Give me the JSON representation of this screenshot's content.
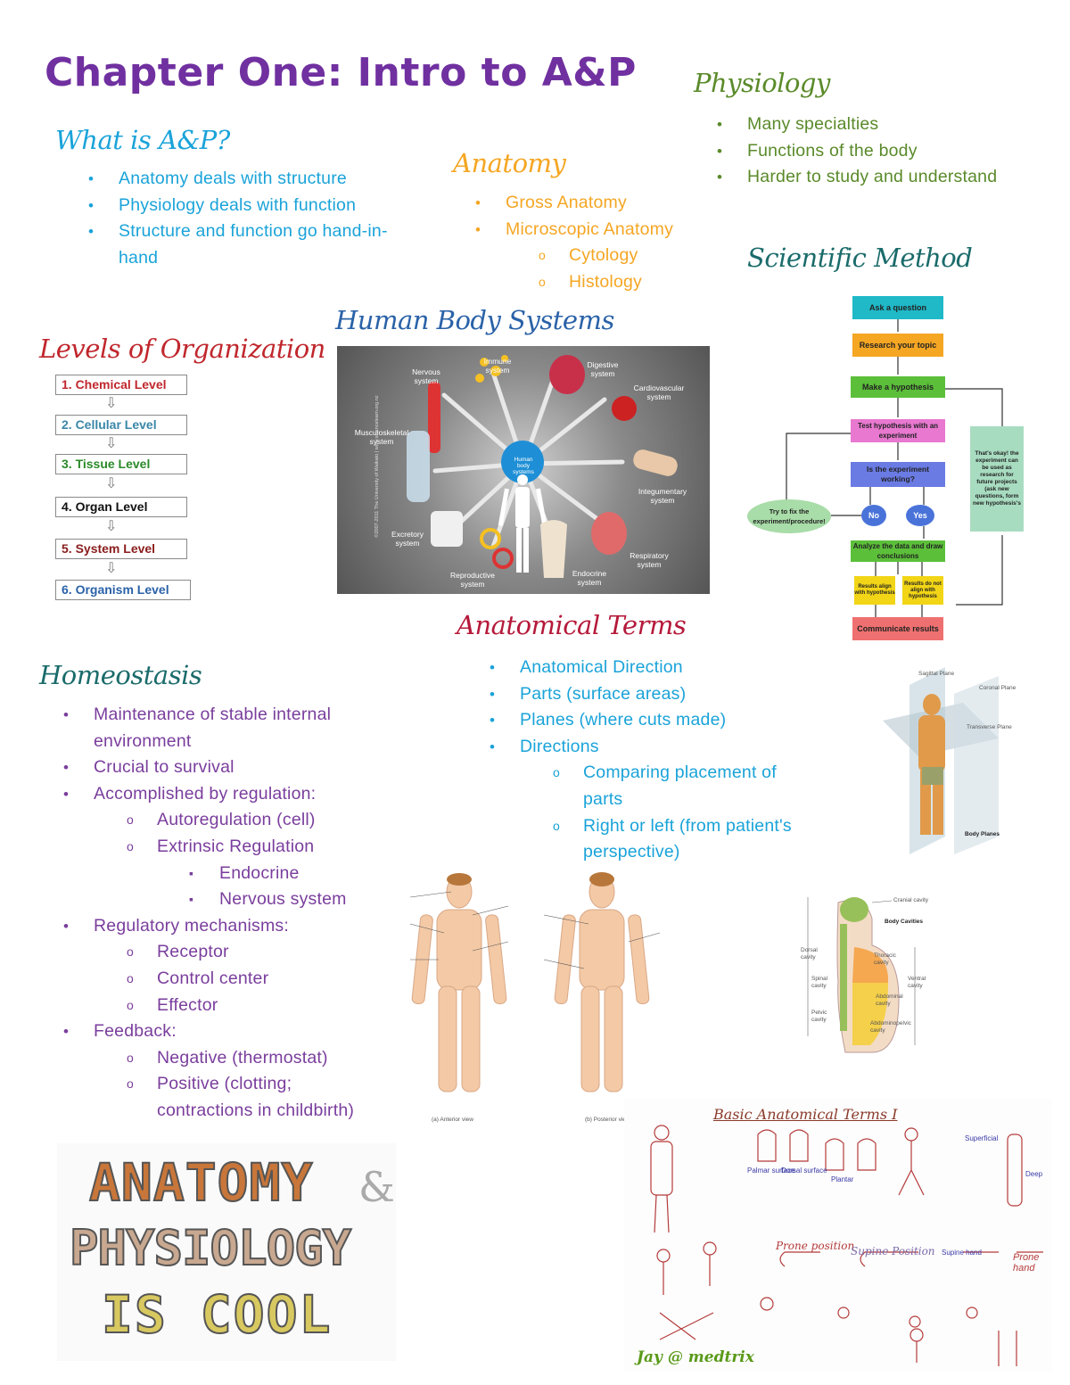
{
  "title": "Chapter One: Intro to A&P",
  "colors": {
    "title": "#7030a0",
    "whatis": "#1aa3d9",
    "anatomy": "#f5a623",
    "physiology": "#5a8a2a",
    "levels": "#c0272d",
    "systems": "#2a62a8",
    "scimethod": "#1b6b6b",
    "homeostasis": "#1b6b6b",
    "homeo_text": "#7a3e9d",
    "terms": "#b5193a",
    "terms_text": "#1aa3d9"
  },
  "what_is": {
    "heading": "What is A&P?",
    "items": [
      "Anatomy deals with structure",
      "Physiology deals with function",
      "Structure and function go hand-in-hand"
    ]
  },
  "anatomy": {
    "heading": "Anatomy",
    "items": [
      "Gross Anatomy",
      "Microscopic Anatomy"
    ],
    "subitems": [
      "Cytology",
      "Histology"
    ]
  },
  "physiology": {
    "heading": "Physiology",
    "items": [
      "Many specialties",
      "Functions of the body",
      "Harder to study and understand"
    ]
  },
  "scientific_method": {
    "heading": "Scientific Method",
    "steps": [
      "Ask a question",
      "Research your topic",
      "Make a hypothesis",
      "Test hypothesis with an experiment",
      "Is the experiment working?",
      "No",
      "Yes",
      "Try to fix the experiment/procedure!",
      "Analyze the data and draw conclusions",
      "Results align with hypothesis",
      "Results do not align with hypothesis",
      "Communicate results",
      "That's okay! the experiment can be used as research for future projects (ask new questions, form new hypothesis's"
    ]
  },
  "levels": {
    "heading": "Levels of Organization",
    "items": [
      {
        "label": "1. Chemical Level",
        "color": "#c0272d"
      },
      {
        "label": "2. Cellular Level",
        "color": "#3a87a8"
      },
      {
        "label": "3. Tissue Level",
        "color": "#2a8a2a"
      },
      {
        "label": "4. Organ Level",
        "color": "#111111"
      },
      {
        "label": "5. System Level",
        "color": "#8a1c1c"
      },
      {
        "label": "6. Organism Level",
        "color": "#2a62a8"
      }
    ],
    "arrow": "⇩"
  },
  "body_systems": {
    "heading": "Human Body Systems",
    "center": "Human body systems",
    "labels": [
      "Nervous system",
      "Immune system",
      "Digestive system",
      "Cardiovascular system",
      "Musculoskeletal system",
      "Integumentary system",
      "Excretory system",
      "Respiratory system",
      "Reproductive system",
      "Endocrine system"
    ],
    "credit": "©2007-2011 The University of Waikato | www.sciencelearn.org.nz"
  },
  "homeostasis": {
    "heading": "Homeostasis",
    "items": [
      {
        "t": "Maintenance of stable internal environment",
        "lvl": 1
      },
      {
        "t": "Crucial to survival",
        "lvl": 1
      },
      {
        "t": "Accomplished by regulation:",
        "lvl": 1
      },
      {
        "t": "Autoregulation (cell)",
        "lvl": 2
      },
      {
        "t": "Extrinsic Regulation",
        "lvl": 2
      },
      {
        "t": "Endocrine",
        "lvl": 3
      },
      {
        "t": "Nervous system",
        "lvl": 3
      },
      {
        "t": "Regulatory mechanisms:",
        "lvl": 1
      },
      {
        "t": "Receptor",
        "lvl": 2
      },
      {
        "t": "Control center",
        "lvl": 2
      },
      {
        "t": "Effector",
        "lvl": 2
      },
      {
        "t": "Feedback:",
        "lvl": 1
      },
      {
        "t": "Negative (thermostat)",
        "lvl": 2
      },
      {
        "t": "Positive (clotting; contractions in childbirth)",
        "lvl": 2
      }
    ]
  },
  "anatomical_terms": {
    "heading": "Anatomical Terms",
    "items": [
      "Anatomical Direction",
      "Parts (surface areas)",
      "Planes (where cuts made)",
      "Directions"
    ],
    "subitems": [
      "Comparing placement of parts",
      "Right or left (from patient's perspective)"
    ]
  },
  "body_planes": {
    "title": "Body Planes",
    "labels": [
      "Sagittal Plane",
      "Coronal Plane",
      "Transverse Plane"
    ]
  },
  "body_cavities": {
    "title": "Body Cavities",
    "labels": [
      "Cranial cavity",
      "Dorsal cavity",
      "Thoracic cavity",
      "Spinal cavity",
      "Ventral cavity",
      "Abdominal cavity",
      "Pelvic cavity",
      "Abdominopelvic cavity"
    ]
  },
  "regions": {
    "captions": [
      "(a) Anterior view",
      "(b) Posterior view"
    ]
  },
  "poster": {
    "line1": "ANATOMY",
    "amp": "&",
    "line2": "PHYSIOLOGY",
    "line3": "IS COOL"
  },
  "sketch": {
    "title": "Basic Anatomical Terms I",
    "signature": "Jay @ medtrix",
    "notes": [
      "Prone position",
      "Supine Position",
      "Palmar surface",
      "Dorsal surface",
      "Plantar",
      "Superficial",
      "Deep",
      "Prone hand",
      "Supine hand"
    ]
  }
}
